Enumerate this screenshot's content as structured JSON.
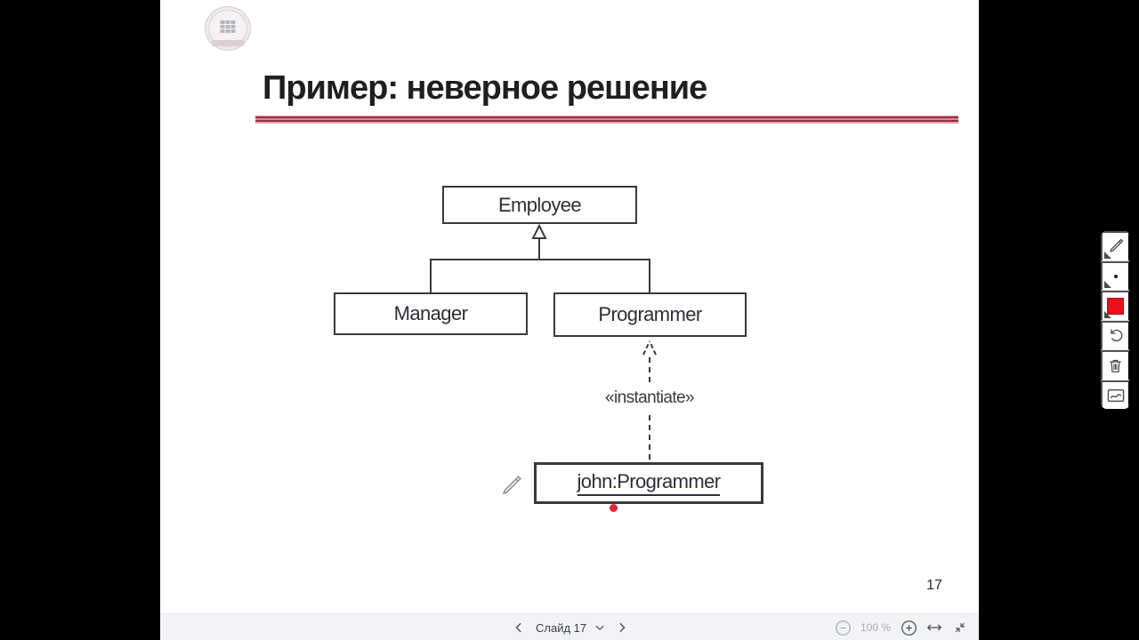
{
  "slide": {
    "title": "Пример: неверное решение",
    "page_number": "17"
  },
  "diagram": {
    "type": "uml-class-diagram",
    "employee_label": "Employee",
    "manager_label": "Manager",
    "programmer_label": "Programmer",
    "stereotype_label": "«instantiate»",
    "instance_label": "john:Programmer",
    "relations": [
      "Manager --|> Employee",
      "Programmer --|> Employee",
      "john:Programmer ..> Programmer («instantiate»)"
    ]
  },
  "annotation_toolbar": {
    "tools": [
      {
        "name": "pen-tool",
        "icon": "pencil-icon",
        "has_submenu": true
      },
      {
        "name": "stroke-width-tool",
        "icon": "dot-icon",
        "has_submenu": true
      },
      {
        "name": "color-tool",
        "icon": "color-swatch",
        "has_submenu": true,
        "color": "#e8101c"
      },
      {
        "name": "undo-tool",
        "icon": "undo-icon",
        "has_submenu": false
      },
      {
        "name": "clear-tool",
        "icon": "trash-icon",
        "has_submenu": false
      },
      {
        "name": "curve-tool",
        "icon": "curve-rect-icon",
        "has_submenu": false
      }
    ]
  },
  "bottom_bar": {
    "slide_label": "Слайд 17",
    "zoom_level": "100 %"
  },
  "colors": {
    "title_accent_red": "#9c2f3e",
    "annotation_red": "#e8273c",
    "swatch_red": "#e8101c",
    "diagram_ink": "#3a3a3a",
    "bar_background": "#f1f3f6"
  }
}
